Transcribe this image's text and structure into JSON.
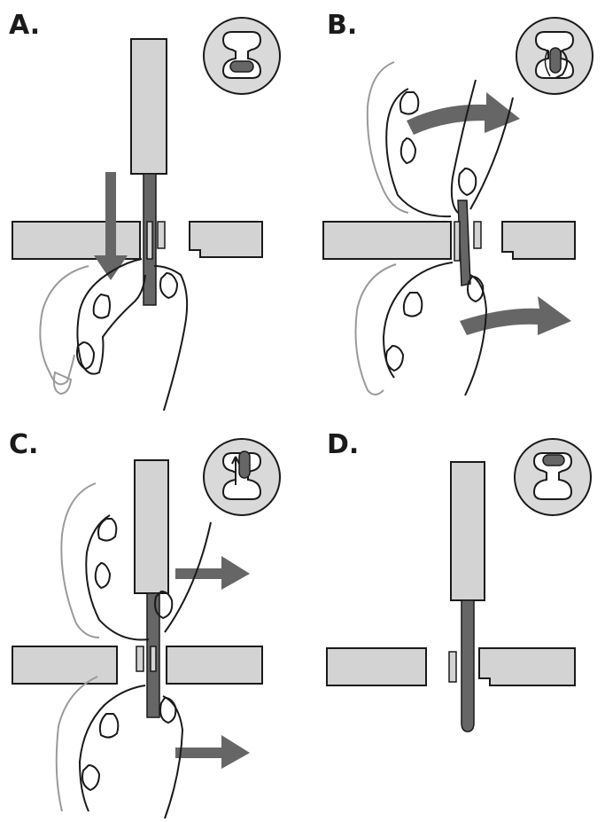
{
  "panels": [
    {
      "label": "A."
    },
    {
      "label": "B."
    },
    {
      "label": "C."
    },
    {
      "label": "D."
    }
  ],
  "colors": {
    "outline": "#1a1a1a",
    "panel_fill": "#d3d3d3",
    "arrow_fill": "#666666",
    "ghost_hand": "#9a9a9a",
    "inset_bg": "#d9d9d9"
  }
}
